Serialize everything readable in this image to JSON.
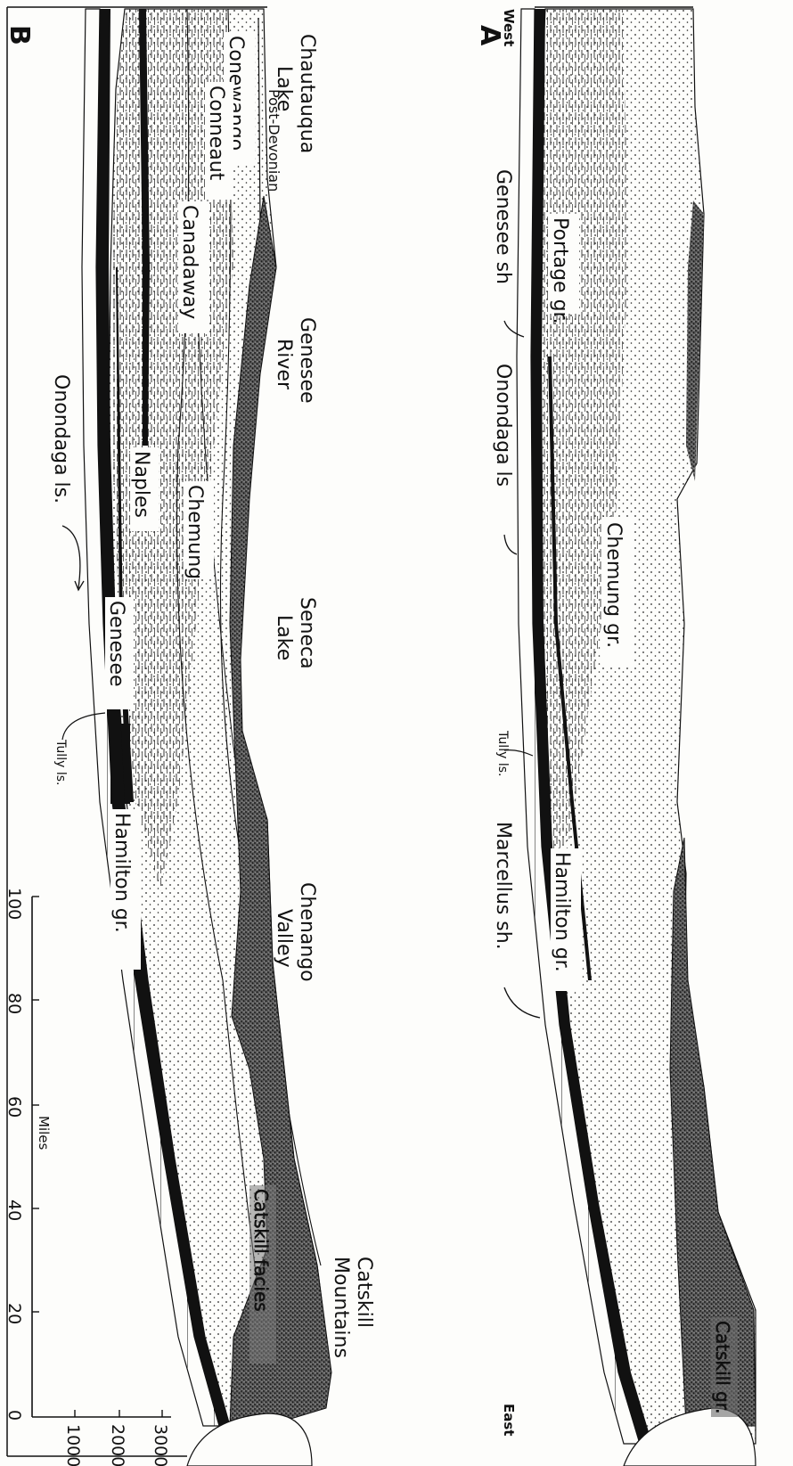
{
  "panel_a": {
    "letter": "A",
    "west": "West",
    "east": "East",
    "labels": {
      "portage": "Portage gr.",
      "genesee_sh": "Genesee sh",
      "onondaga": "Onondaga ls",
      "chemung": "Chemung gr.",
      "tully": "Tully ls.",
      "marcellus": "Marcellus sh.",
      "hamilton": "Hamilton gr.",
      "catskill": "Catskill gr."
    }
  },
  "panel_b": {
    "letter": "B",
    "labels": {
      "conewango": "Conewango",
      "conneaut": "Conneaut",
      "canadaway": "Canadaway",
      "post_devonian": "Post-Devonian",
      "naples": "Naples",
      "chemung": "Chemung",
      "onondaga": "Onondaga ls.",
      "genesee": "Genesee",
      "tully": "Tully ls.",
      "hamilton": "Hamilton gr.",
      "catskill": "Catskill facies"
    },
    "scale": {
      "unit": "Miles",
      "miles_ticks": [
        "100",
        "80",
        "60",
        "40",
        "20",
        "0"
      ],
      "feet_ticks": [
        "3000'",
        "2000'",
        "1000'"
      ]
    }
  },
  "locations": {
    "chautauqua": [
      "Chautauqua",
      "Lake"
    ],
    "genesee": [
      "Genesee",
      "River"
    ],
    "seneca": [
      "Seneca",
      "Lake"
    ],
    "chenango": [
      "Chenango",
      "Valley"
    ],
    "catskill": [
      "Catskill",
      "Mountains"
    ]
  }
}
